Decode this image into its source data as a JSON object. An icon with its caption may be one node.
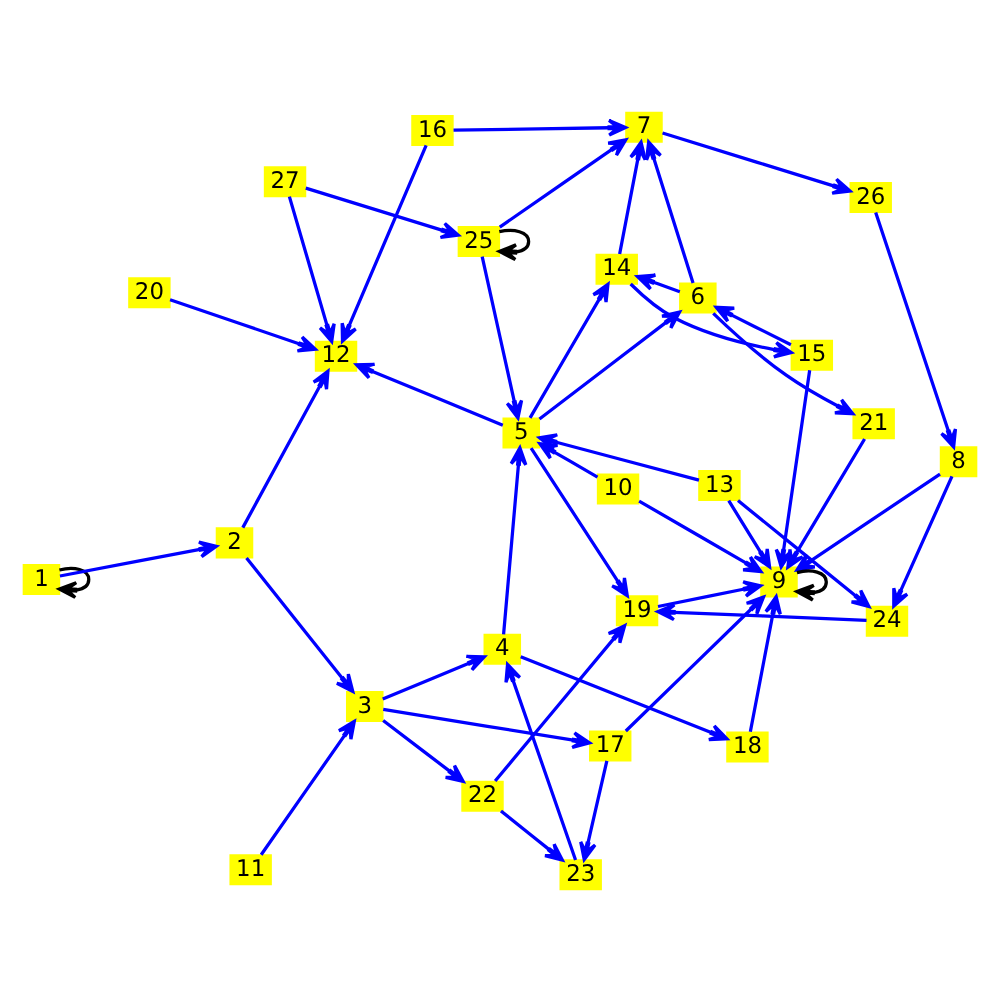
{
  "diagram": {
    "nodes": [
      {
        "text": [
          "1"
        ]
      },
      {
        "text": [
          "2"
        ]
      },
      {
        "text": [
          "3"
        ]
      },
      {
        "text": [
          "4"
        ]
      },
      {
        "text": [
          "5"
        ]
      },
      {
        "text": [
          "6"
        ]
      },
      {
        "text": [
          "7"
        ]
      },
      {
        "text": [
          "8"
        ]
      },
      {
        "text": [
          "9"
        ]
      },
      {
        "text": [
          "10"
        ]
      },
      {
        "text": [
          "11"
        ]
      },
      {
        "text": [
          "12"
        ]
      },
      {
        "text": [
          "13"
        ]
      },
      {
        "text": [
          "14"
        ]
      },
      {
        "text": [
          "15"
        ]
      },
      {
        "text": [
          "16"
        ]
      },
      {
        "text": [
          "17"
        ]
      },
      {
        "text": [
          "18"
        ]
      },
      {
        "text": [
          "19"
        ]
      },
      {
        "text": [
          "20"
        ]
      },
      {
        "text": [
          "21"
        ]
      },
      {
        "text": [
          "22"
        ]
      },
      {
        "text": [
          "23"
        ]
      },
      {
        "text": [
          "24"
        ]
      },
      {
        "text": [
          "25"
        ]
      },
      {
        "text": [
          "26"
        ]
      },
      {
        "text": [
          "27"
        ]
      }
    ],
    "edges": [
      {
        "from": 0,
        "to": 0,
        "arrow": "to",
        "color": "#000000"
      },
      {
        "from": 0,
        "to": 1,
        "arrow": "to"
      },
      {
        "from": 1,
        "to": 2,
        "arrow": "to"
      },
      {
        "from": 1,
        "to": 11,
        "arrow": "to"
      },
      {
        "from": 19,
        "to": 11,
        "arrow": "to"
      },
      {
        "from": 10,
        "to": 2,
        "arrow": "to"
      },
      {
        "from": 2,
        "to": 16,
        "arrow": "to"
      },
      {
        "from": 2,
        "to": 21,
        "arrow": "to"
      },
      {
        "from": 2,
        "to": 3,
        "arrow": "to"
      },
      {
        "from": 16,
        "to": 22,
        "arrow": "to"
      },
      {
        "from": 21,
        "to": 22,
        "arrow": "to"
      },
      {
        "from": 22,
        "to": 3,
        "arrow": "to"
      },
      {
        "from": 21,
        "to": 18,
        "arrow": "to"
      },
      {
        "from": 16,
        "to": 8,
        "arrow": "to"
      },
      {
        "from": 18,
        "to": 8,
        "arrow": "to"
      },
      {
        "from": 9,
        "to": 8,
        "arrow": "to"
      },
      {
        "from": 17,
        "to": 8,
        "arrow": "to"
      },
      {
        "from": 8,
        "to": 8,
        "arrow": "to",
        "color": "#000000"
      },
      {
        "from": 3,
        "to": 17,
        "arrow": "to"
      },
      {
        "from": 3,
        "to": 4,
        "arrow": "to"
      },
      {
        "from": 9,
        "to": 4,
        "arrow": "to"
      },
      {
        "from": 4,
        "to": 5,
        "arrow": "to"
      },
      {
        "from": 5,
        "to": 20,
        "arrow": "to"
      },
      {
        "from": 20,
        "to": 8,
        "arrow": "to"
      },
      {
        "from": 5,
        "to": 13,
        "arrow": "to"
      },
      {
        "from": 14,
        "to": 5,
        "arrow": "to"
      },
      {
        "from": 5,
        "to": 6,
        "arrow": "to"
      },
      {
        "from": 13,
        "to": 14,
        "arrow": "to"
      },
      {
        "from": 4,
        "to": 13,
        "arrow": "to"
      },
      {
        "from": 13,
        "to": 6,
        "arrow": "to"
      },
      {
        "from": 14,
        "to": 8,
        "arrow": "to"
      },
      {
        "from": 12,
        "to": 8,
        "arrow": "to"
      },
      {
        "from": 4,
        "to": 11,
        "arrow": "to"
      },
      {
        "from": 26,
        "to": 11,
        "arrow": "to"
      },
      {
        "from": 15,
        "to": 11,
        "arrow": "to"
      },
      {
        "from": 15,
        "to": 6,
        "arrow": "to"
      },
      {
        "from": 26,
        "to": 24,
        "arrow": "to"
      },
      {
        "from": 24,
        "to": 6,
        "arrow": "to"
      },
      {
        "from": 6,
        "to": 25,
        "arrow": "to"
      },
      {
        "from": 25,
        "to": 7,
        "arrow": "to"
      },
      {
        "from": 24,
        "to": 24,
        "arrow": "to",
        "color": "#000000"
      },
      {
        "from": 7,
        "to": 8,
        "arrow": "to"
      },
      {
        "from": 12,
        "to": 23,
        "arrow": "to"
      },
      {
        "from": 7,
        "to": 23,
        "arrow": "to"
      },
      {
        "from": 23,
        "to": 18,
        "arrow": "to"
      },
      {
        "from": 4,
        "to": 18,
        "arrow": "to"
      },
      {
        "from": 12,
        "to": 4,
        "arrow": "to"
      },
      {
        "from": 24,
        "to": 4,
        "arrow": "to"
      }
    ]
  }
}
